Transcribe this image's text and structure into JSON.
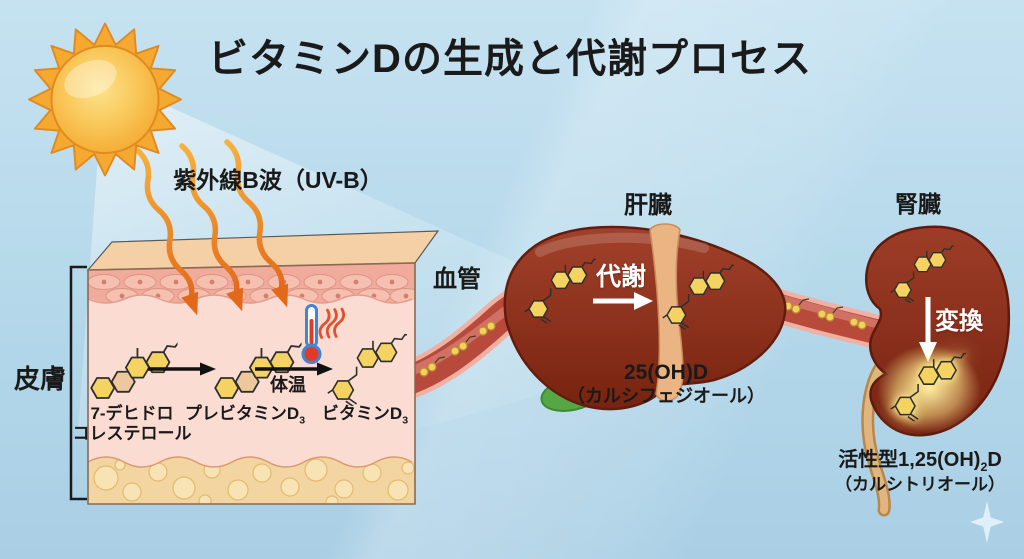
{
  "title": "ビタミンDの生成と代謝プロセス",
  "uv": {
    "label": "紫外線B波（UV-B）"
  },
  "skin": {
    "label": "皮膚",
    "body_temp": "体温",
    "molecule1_line1": "7-デヒドロ",
    "molecule1_line2": "コレステロール",
    "molecule2_base": "プレビタミンD",
    "molecule2_sub": "3",
    "molecule3_base": "ビタミンD",
    "molecule3_sub": "3"
  },
  "vessel": {
    "label": "血管"
  },
  "liver": {
    "label": "肝臓",
    "action": "代謝",
    "product_name": "25(OH)D",
    "product_alias": "（カルシフェジオール）"
  },
  "kidney": {
    "label": "腎臓",
    "action": "変換",
    "product_prefix": "活性型1,25(OH)",
    "product_sub": "2",
    "product_suffix": "D",
    "product_alias": "（カルシトリオール）"
  },
  "colors": {
    "background": "#b7d9eb",
    "sun": "#f5a930",
    "uv_ray": "#e8741e",
    "skin_epidermis": "#f1ab9c",
    "skin_dermis": "#fbdcd2",
    "skin_fat": "#f0cd8c",
    "blood_vessel": "#b84a3c",
    "liver": "#8c3220",
    "kidney": "#8c3220",
    "gallbladder": "#57a644",
    "molecule": "#f4d363",
    "text": "#1a1a1a",
    "action_text": "#ffffff"
  }
}
